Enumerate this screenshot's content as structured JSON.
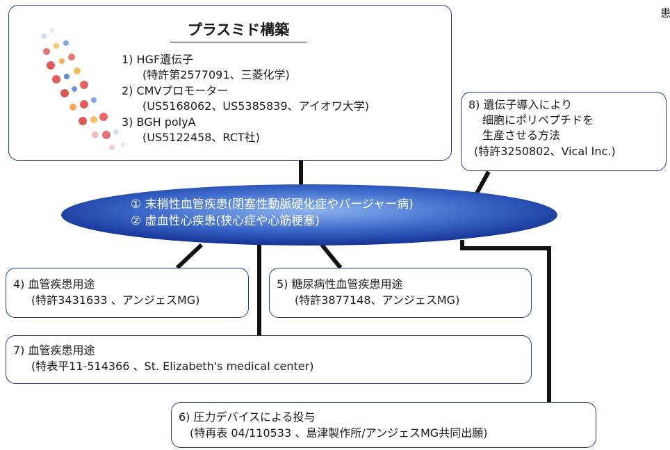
{
  "colors": {
    "box_border": "#1b3a8a",
    "ellipse_dark": "#0d2a8c",
    "ellipse_light": "#8fb6ef",
    "connector": "#111111",
    "ellipse_text": "#ffffff"
  },
  "corner_char": "患",
  "plasmid": {
    "title": "プラスミド構築",
    "items": [
      {
        "label": "1) HGF遺伝子",
        "detail": "(特許第2577091、三菱化学)"
      },
      {
        "label": "2) CMVプロモーター",
        "detail": "(US5168062、US5385839、アイオワ大学)"
      },
      {
        "label": "3) BGH polyA",
        "detail": "(US5122458、RCT社)"
      }
    ]
  },
  "center": {
    "line1": "① 末梢性血管疾患(閉塞性動脈硬化症やバージャー病)",
    "line2": "② 虚血性心疾患(狭心症や心筋梗塞)"
  },
  "box8": {
    "line1": "8) 遺伝子導入により",
    "line2": "細胞にポリペプチドを",
    "line3": "生産させる方法",
    "line4": "(特許3250802、Vical Inc.)"
  },
  "box4": {
    "label": "4) 血管疾患用途",
    "detail": "(特許3431633 、アンジェスMG)"
  },
  "box5": {
    "label": "5) 糖尿病性血管疾患用途",
    "detail": "(特許3877148、アンジェスMG)"
  },
  "box7": {
    "label": "7) 血管疾患用途",
    "detail": "(特表平11-514366 、St. Elizabeth's medical center)"
  },
  "box6": {
    "label": "6) 圧力デバイスによる投与",
    "detail": "(特再表 04/110533 、島津製作所/アンジェスMG共同出願)"
  }
}
